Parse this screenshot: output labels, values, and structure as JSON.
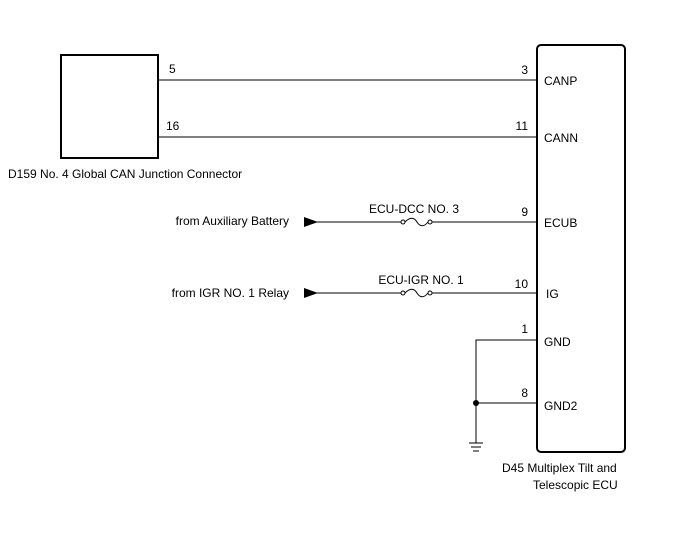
{
  "connector_d159": {
    "label": "D159  No. 4 Global CAN Junction Connector",
    "pin_canp": "5",
    "pin_cann": "16"
  },
  "ecu_d45": {
    "label_line1": "D45  Multiplex Tilt and",
    "label_line2": "Telescopic ECU",
    "pins": [
      {
        "num": "3",
        "name": "CANP"
      },
      {
        "num": "11",
        "name": "CANN"
      },
      {
        "num": "9",
        "name": "ECUB"
      },
      {
        "num": "10",
        "name": "IG"
      },
      {
        "num": "1",
        "name": "GND"
      },
      {
        "num": "8",
        "name": "GND2"
      }
    ]
  },
  "sources": {
    "battery": "from Auxiliary Battery",
    "igr_relay": "from IGR NO. 1 Relay"
  },
  "fuses": {
    "ecu_dcc": "ECU-DCC NO. 3",
    "ecu_igr": "ECU-IGR NO. 1"
  }
}
